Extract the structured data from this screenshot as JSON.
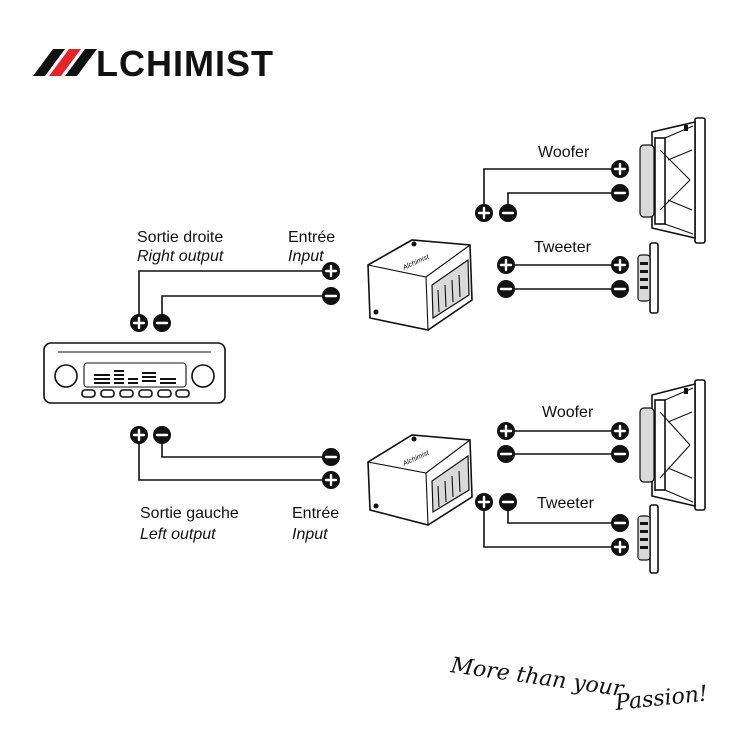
{
  "brand": {
    "name": "LCHIMIST"
  },
  "slogan": {
    "line1": "More than your",
    "line2": "Passion!"
  },
  "head_unit": {
    "right_output": {
      "fr": "Sortie droite",
      "en": "Right output"
    },
    "left_output": {
      "fr": "Sortie gauche",
      "en": "Left output"
    }
  },
  "crossover_top": {
    "input": {
      "fr": "Entrée",
      "en": "Input"
    }
  },
  "crossover_bottom": {
    "input": {
      "fr": "Entrée",
      "en": "Input"
    }
  },
  "top_channel": {
    "woofer": "Woofer",
    "tweeter": "Tweeter"
  },
  "bottom_channel": {
    "woofer": "Woofer",
    "tweeter": "Tweeter"
  },
  "colors": {
    "accent": "#e3242b",
    "ink": "#111111"
  }
}
